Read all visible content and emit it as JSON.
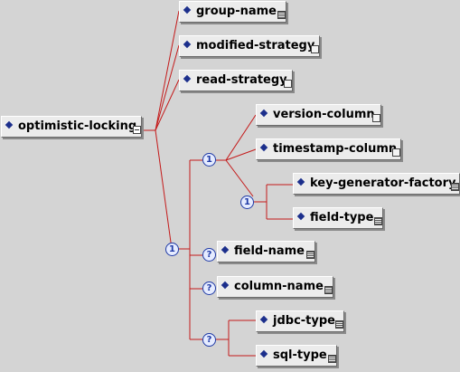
{
  "root": {
    "label": "optimistic-locking"
  },
  "elements": {
    "group_name": "group-name",
    "modified_strategy": "modified-strategy",
    "read_strategy": "read-strategy",
    "version_column": "version-column",
    "timestamp_column": "timestamp-column",
    "key_generator_factory": "key-generator-factory",
    "field_type": "field-type",
    "field_name": "field-name",
    "column_name": "column-name",
    "jdbc_type": "jdbc-type",
    "sql_type": "sql-type"
  },
  "compositors": {
    "outer_choice": "1",
    "inner_choice": "1",
    "sub_choice": "1",
    "field_name_optional": "?",
    "column_name_optional": "?",
    "type_optional": "?"
  },
  "colors": {
    "connector": "#c41a1a",
    "compositor": "#1f3aa6",
    "diamond": "#1c2f8c"
  }
}
